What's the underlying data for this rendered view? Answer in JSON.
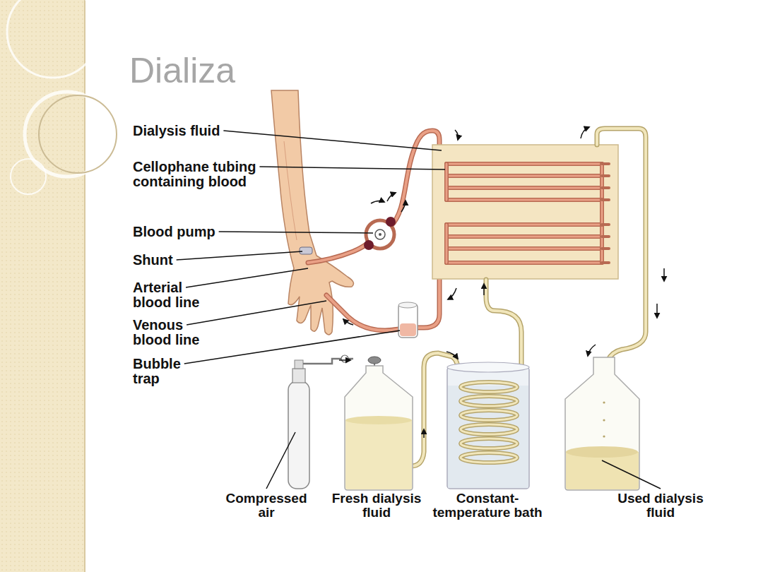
{
  "diagram": {
    "title": "Dializa",
    "labels": [
      "Dialysis fluid",
      "Cellophane tubing containing blood",
      "Blood pump",
      "Shunt",
      "Arterial blood line",
      "Venous blood line",
      "Bubble trap",
      "Compressed air",
      "Fresh dialysis fluid",
      "Constant-temperature bath",
      "Used dialysis fluid"
    ]
  }
}
